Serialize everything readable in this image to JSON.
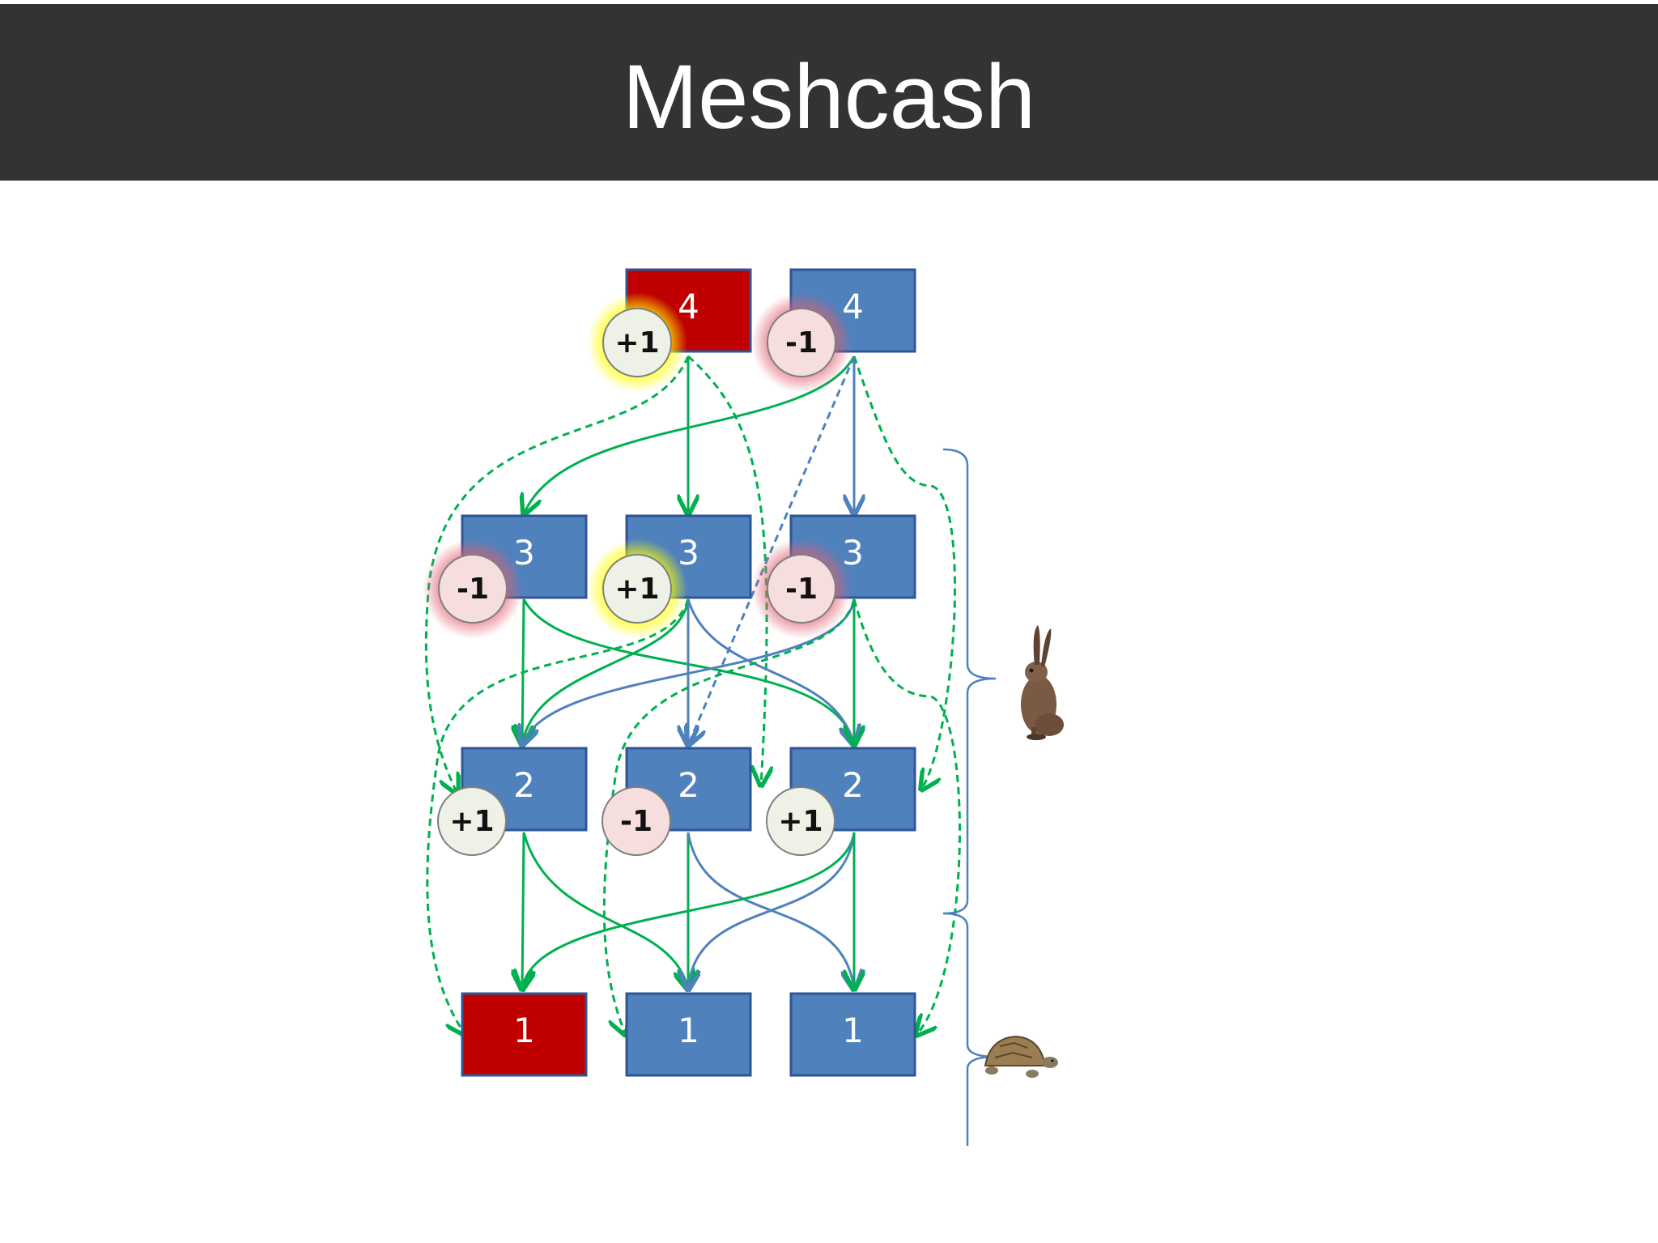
{
  "title": "Meshcash",
  "colors": {
    "header_bg": "#333333",
    "block_blue": "#4f81bd",
    "block_red": "#c00000",
    "block_border": "#2f5597",
    "edge_green": "#00b050",
    "edge_blue": "#4f81bd",
    "badge_plus_fill": "#eef2e6",
    "badge_minus_fill": "#f6dede",
    "glow_yellow": "#ffff00",
    "glow_red": "#e06070",
    "bracket": "#4f81bd"
  },
  "layers": [
    {
      "number": "4",
      "blocks": [
        {
          "label": "4",
          "color": "red",
          "badge": "+1",
          "glow": "yellow"
        },
        {
          "label": "4",
          "color": "blue",
          "badge": "-1",
          "glow": "red"
        }
      ]
    },
    {
      "number": "3",
      "blocks": [
        {
          "label": "3",
          "color": "blue",
          "badge": "-1",
          "glow": "red"
        },
        {
          "label": "3",
          "color": "blue",
          "badge": "+1",
          "glow": "yellow"
        },
        {
          "label": "3",
          "color": "blue",
          "badge": "-1",
          "glow": "red"
        }
      ]
    },
    {
      "number": "2",
      "blocks": [
        {
          "label": "2",
          "color": "blue",
          "badge": "+1",
          "glow": "none"
        },
        {
          "label": "2",
          "color": "blue",
          "badge": "-1",
          "glow": "none"
        },
        {
          "label": "2",
          "color": "blue",
          "badge": "+1",
          "glow": "none"
        }
      ]
    },
    {
      "number": "1",
      "blocks": [
        {
          "label": "1",
          "color": "red",
          "badge": "",
          "glow": "none"
        },
        {
          "label": "1",
          "color": "blue",
          "badge": "",
          "glow": "none"
        },
        {
          "label": "1",
          "color": "blue",
          "badge": "",
          "glow": "none"
        }
      ]
    }
  ],
  "side_icons": [
    {
      "icon": "hare-icon",
      "meaning": "fast layers"
    },
    {
      "icon": "tortoise-icon",
      "meaning": "slow layers"
    }
  ]
}
